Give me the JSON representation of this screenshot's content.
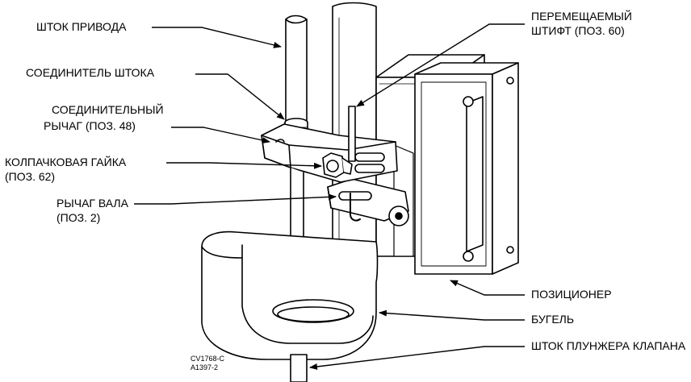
{
  "labels": {
    "actuator_stem": "ШТОК ПРИВОДА",
    "stem_connector": "СОЕДИНИТЕЛЬ ШТОКА",
    "connector_arm_line1": "СОЕДИНИТЕЛЬНЫЙ",
    "connector_arm_line2": "РЫЧАГ (ПОЗ. 48)",
    "cap_nut_line1": "КОЛПАЧКОВАЯ ГАЙКА",
    "cap_nut_line2": "(ПОЗ. 62)",
    "shaft_lever_line1": "РЫЧАГ ВАЛА",
    "shaft_lever_line2": "(ПОЗ. 2)",
    "movable_pin_line1": "ПЕРЕМЕЩАЕМЫЙ",
    "movable_pin_line2": "ШТИФТ (ПОЗ. 60)",
    "positioner": "ПОЗИЦИОНЕР",
    "yoke": "БУГЕЛЬ",
    "valve_plug_stem": "ШТОК ПЛУНЖЕРА КЛАПАНА"
  },
  "figure_ref": {
    "line1": "CV1768-C",
    "line2": "A1397-2"
  }
}
